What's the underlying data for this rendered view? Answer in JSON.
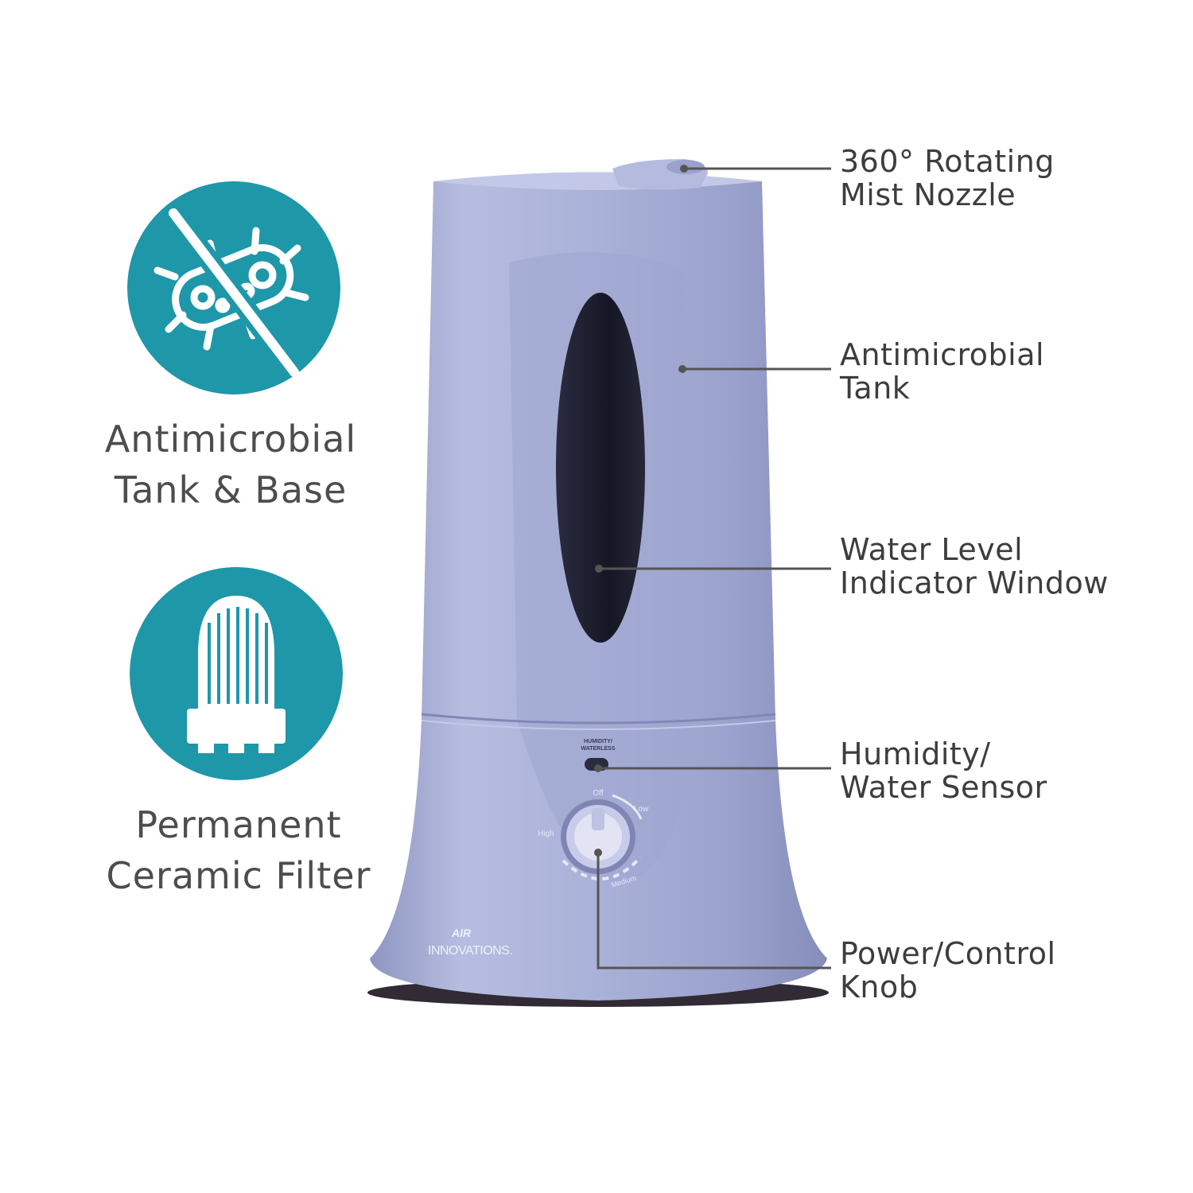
{
  "colors": {
    "teal": "#1e97a9",
    "product_body": "#a7aed6",
    "window": "#1d1e30",
    "text": "#4d4d4d",
    "leader_line": "#555555"
  },
  "features": [
    {
      "icon": "no-germs-icon",
      "line1": "Antimicrobial",
      "line2": "Tank & Base"
    },
    {
      "icon": "ceramic-filter-icon",
      "line1": "Permanent",
      "line2": "Ceramic Filter"
    }
  ],
  "callouts": [
    {
      "line1": "360° Rotating",
      "line2": "Mist Nozzle"
    },
    {
      "line1": "Antimicrobial",
      "line2": "Tank"
    },
    {
      "line1": "Water Level",
      "line2": "Indicator Window"
    },
    {
      "line1": "Humidity/",
      "line2": "Water Sensor"
    },
    {
      "line1": "Power/Control",
      "line2": "Knob"
    }
  ],
  "product": {
    "sensor_label_1": "HUMIDITY/",
    "sensor_label_2": "WATERLESS",
    "knob_off": "Off",
    "knob_low": "Low",
    "knob_high": "High",
    "knob_medium": "Medium",
    "brand_line1": "AIR",
    "brand_line2": "INNOVATIONS."
  }
}
